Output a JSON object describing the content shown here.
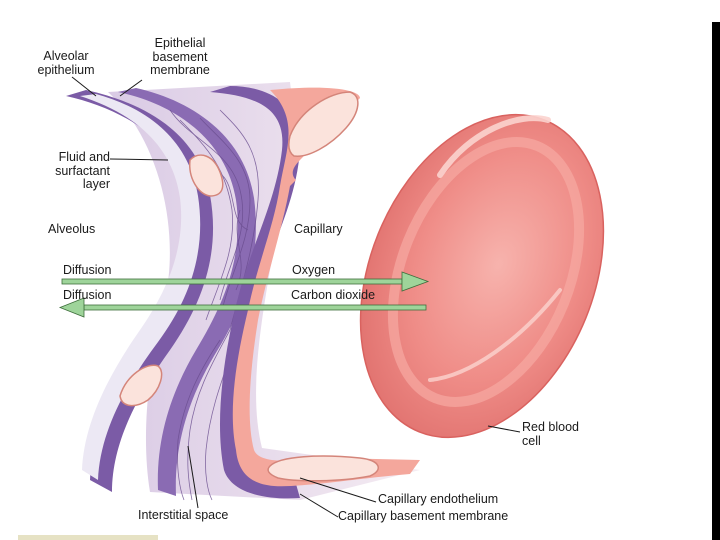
{
  "labels": {
    "alveolar_epithelium": [
      "Alveolar",
      "epithelium"
    ],
    "epithelial_basement_membrane": [
      "Epithelial",
      "basement",
      "membrane"
    ],
    "fluid_surfactant_layer": [
      "Fluid and",
      "surfactant",
      "layer"
    ],
    "alveolus": "Alveolus",
    "capillary": "Capillary",
    "diffusion_oxygen": "Diffusion",
    "oxygen": "Oxygen",
    "diffusion_co2": "Diffusion",
    "carbon_dioxide": "Carbon dioxide",
    "red_blood_cell": [
      "Red blood",
      "cell"
    ],
    "capillary_endothelium": "Capillary endothelium",
    "interstitial_space": "Interstitial space",
    "capillary_basement_membrane": "Capillary basement membrane"
  },
  "colors": {
    "membrane_purple": "#7b5ba6",
    "membrane_light": "#ece8f4",
    "interstitium": "#c9b7d6",
    "endothelium_pink": "#f4a79c",
    "rbc_red": "#ef8a86",
    "arrow_green": "#9ed49a"
  }
}
